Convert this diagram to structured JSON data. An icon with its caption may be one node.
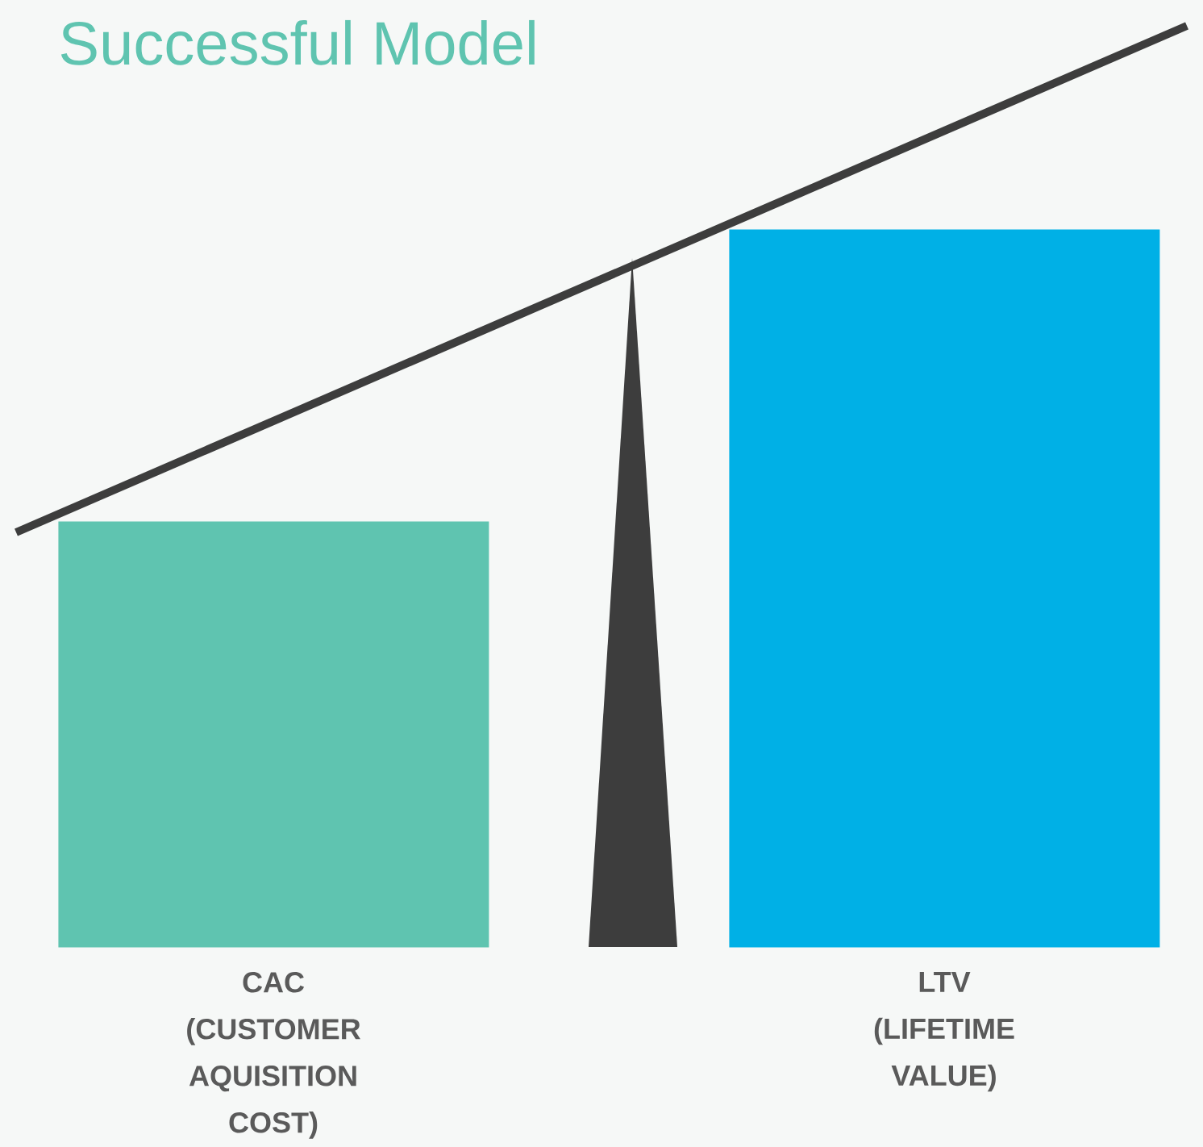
{
  "diagram": {
    "title": "Successful Model",
    "nodes": [
      {
        "text": [],
        "shape": "bar",
        "beside": [
          "CAC (CUSTOMER AQUISITION COST)"
        ]
      },
      {
        "text": [],
        "shape": "bar",
        "beside": [
          "LTV (LIFETIME VALUE)"
        ]
      }
    ]
  }
}
